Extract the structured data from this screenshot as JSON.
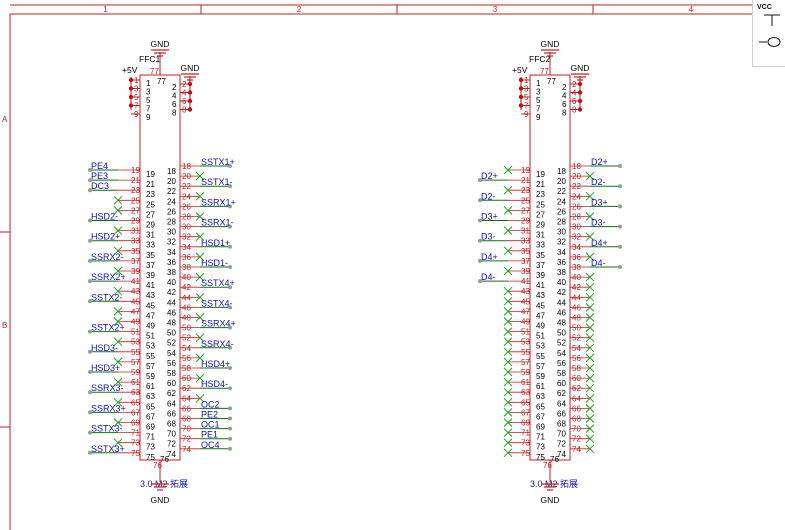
{
  "frame": {
    "columns": [
      "1",
      "2",
      "3",
      "4"
    ],
    "rows": [
      "A",
      "B"
    ]
  },
  "palette": {
    "vcc_label": "VCC",
    "vcc_icon": "power-port-icon",
    "port_icon": "port-icon"
  },
  "power": {
    "vcc": "+5V",
    "gnd": "GND"
  },
  "colors": {
    "frame": "#c02020",
    "wire": "#107010",
    "net": "#1010b0",
    "nc": "#20a020",
    "body": "#c02020",
    "pin_dot": "#c01010",
    "end_dot": "#90a090"
  },
  "connectors": [
    {
      "ref": "FFC1",
      "name": "3.0 M2 拓展",
      "top_pin": "77",
      "bottom_pin": "76",
      "gnd_top": "GND",
      "gnd_right": "GND",
      "gnd_bottom": "GND",
      "vcc": "+5V",
      "header_left": [
        "1",
        "3",
        "5",
        "7",
        "9"
      ],
      "header_left_inner": [
        "1",
        "3",
        "5",
        "7",
        "9"
      ],
      "header_right": [
        "2",
        "4",
        "6",
        "8"
      ],
      "header_right_inner": [
        "2",
        "4",
        "6",
        "8"
      ],
      "left_outer": [
        "19",
        "21",
        "23",
        "25",
        "27",
        "29",
        "31",
        "33",
        "35",
        "37",
        "39",
        "41",
        "43",
        "45",
        "47",
        "49",
        "51",
        "53",
        "55",
        "57",
        "59",
        "61",
        "63",
        "65",
        "67",
        "69",
        "71",
        "73",
        "75"
      ],
      "left_inner": [
        "19",
        "21",
        "23",
        "25",
        "27",
        "29",
        "31",
        "33",
        "35",
        "37",
        "39",
        "41",
        "43",
        "45",
        "47",
        "49",
        "51",
        "53",
        "55",
        "57",
        "59",
        "61",
        "63",
        "65",
        "67",
        "69",
        "71",
        "73",
        "75"
      ],
      "right_inner": [
        "18",
        "20",
        "22",
        "24",
        "26",
        "28",
        "30",
        "32",
        "34",
        "36",
        "38",
        "40",
        "42",
        "44",
        "46",
        "48",
        "50",
        "52",
        "54",
        "56",
        "58",
        "60",
        "62",
        "64",
        "66",
        "68",
        "70",
        "72",
        "74"
      ],
      "right_outer": [
        "18",
        "20",
        "22",
        "24",
        "26",
        "28",
        "30",
        "32",
        "34",
        "36",
        "38",
        "40",
        "42",
        "44",
        "46",
        "48",
        "50",
        "52",
        "54",
        "56",
        "58",
        "60",
        "62",
        "64",
        "66",
        "68",
        "70",
        "72",
        "74"
      ],
      "left_nets": [
        "PE4",
        "PE3",
        "DC3",
        "",
        "",
        "HSD2-",
        "",
        "HSD2+",
        "",
        "SSRX2-",
        "",
        "SSRX2+",
        "",
        "SSTX2-",
        "",
        "",
        "SSTX2+",
        "",
        "HSD3-",
        "",
        "HSD3+",
        "",
        "SSRX3-",
        "",
        "SSRX3+",
        "",
        "SSTX3-",
        "",
        "SSTX3+"
      ],
      "right_nets": [
        "SSTX1+",
        "",
        "SSTX1-",
        "",
        "SSRX1+",
        "",
        "SSRX1-",
        "",
        "HSD1+",
        "",
        "HSD1-",
        "",
        "SSTX4+",
        "",
        "SSTX4-",
        "",
        "SSRX4+",
        "",
        "SSRX4-",
        "",
        "HSD4+",
        "",
        "HSD4-",
        "",
        "OC2",
        "PE2",
        "OC1",
        "PE1",
        "OC4"
      ]
    },
    {
      "ref": "FFC2",
      "name": "3.0 M2 拓展",
      "top_pin": "77",
      "bottom_pin": "76",
      "gnd_top": "GND",
      "gnd_right": "GND",
      "gnd_bottom": "GND",
      "vcc": "+5V",
      "header_left": [
        "1",
        "3",
        "5",
        "7",
        "9"
      ],
      "header_left_inner": [
        "1",
        "3",
        "5",
        "7",
        "9"
      ],
      "header_right": [
        "2",
        "4",
        "6",
        "8"
      ],
      "header_right_inner": [
        "2",
        "4",
        "6",
        "8"
      ],
      "left_outer": [
        "19",
        "21",
        "23",
        "25",
        "27",
        "29",
        "31",
        "33",
        "35",
        "37",
        "39",
        "41",
        "43",
        "45",
        "47",
        "49",
        "51",
        "53",
        "55",
        "57",
        "59",
        "61",
        "63",
        "65",
        "67",
        "69",
        "71",
        "73",
        "75"
      ],
      "left_inner": [
        "19",
        "21",
        "23",
        "25",
        "27",
        "29",
        "31",
        "33",
        "35",
        "37",
        "39",
        "41",
        "43",
        "45",
        "47",
        "49",
        "51",
        "53",
        "55",
        "57",
        "59",
        "61",
        "63",
        "65",
        "67",
        "69",
        "71",
        "73",
        "75"
      ],
      "right_inner": [
        "18",
        "20",
        "22",
        "24",
        "26",
        "28",
        "30",
        "32",
        "34",
        "36",
        "38",
        "40",
        "42",
        "44",
        "46",
        "48",
        "50",
        "52",
        "54",
        "56",
        "58",
        "60",
        "62",
        "64",
        "66",
        "68",
        "70",
        "72",
        "74"
      ],
      "right_outer": [
        "18",
        "20",
        "22",
        "24",
        "26",
        "28",
        "30",
        "32",
        "34",
        "36",
        "38",
        "40",
        "42",
        "44",
        "46",
        "48",
        "50",
        "52",
        "54",
        "56",
        "58",
        "60",
        "62",
        "64",
        "66",
        "68",
        "70",
        "72",
        "74"
      ],
      "left_nets": [
        "",
        "D2+",
        "",
        "D2-",
        "",
        "D3+",
        "",
        "D3-",
        "",
        "D4+",
        "",
        "D4-",
        "",
        "",
        "",
        "",
        "",
        "",
        "",
        "",
        "",
        "",
        "",
        "",
        "",
        "",
        "",
        "",
        ""
      ],
      "right_nets": [
        "D2+",
        "",
        "D2-",
        "",
        "D3+",
        "",
        "D3-",
        "",
        "D4+",
        "",
        "D4-",
        "",
        "",
        "",
        "",
        "",
        "",
        "",
        "",
        "",
        "",
        "",
        "",
        "",
        "",
        "",
        "",
        "",
        ""
      ]
    }
  ]
}
